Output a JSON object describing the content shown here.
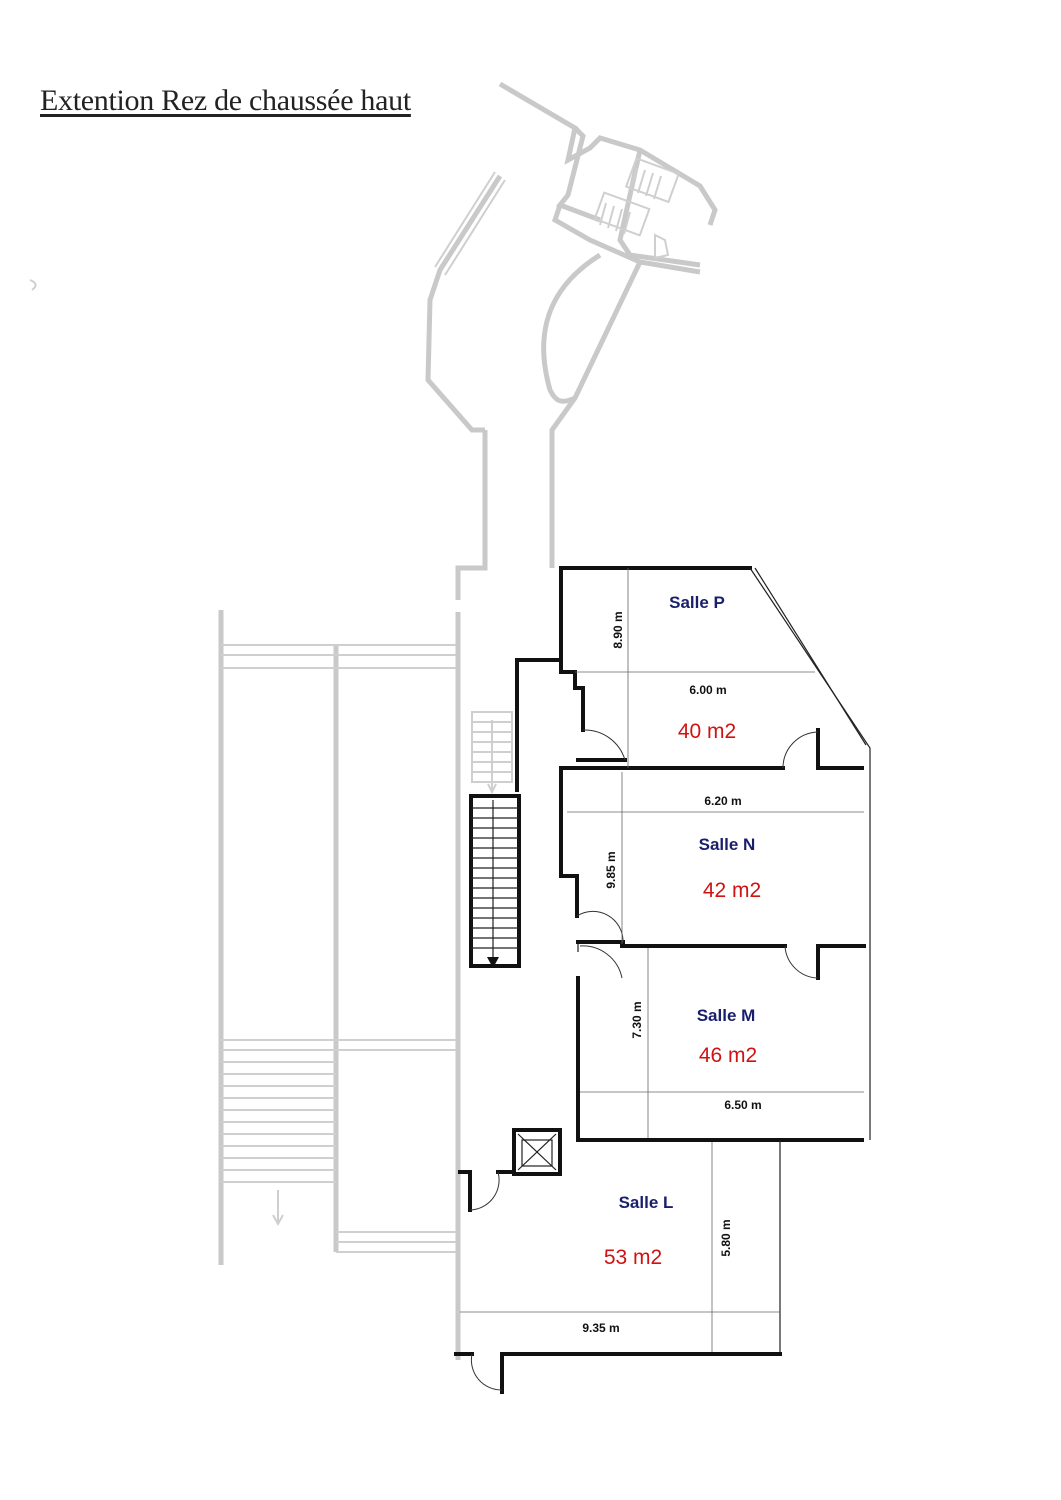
{
  "title": "Extention Rez de chaussée haut",
  "rooms": [
    {
      "name": "Salle P",
      "area": "40 m2",
      "width": "6.00 m",
      "length": "8.90 m"
    },
    {
      "name": "Salle N",
      "area": "42 m2",
      "width": "6.20 m",
      "length": "9.85 m"
    },
    {
      "name": "Salle M",
      "area": "46 m2",
      "width": "6.50 m",
      "length": "7.30 m"
    },
    {
      "name": "Salle L",
      "area": "53 m2",
      "width": "9.35 m",
      "length": "5.80 m"
    }
  ],
  "colors": {
    "room_name": "#1a1f6b",
    "area": "#d01212",
    "existing_structure": "#c9c9c9",
    "walls": "#111111"
  }
}
